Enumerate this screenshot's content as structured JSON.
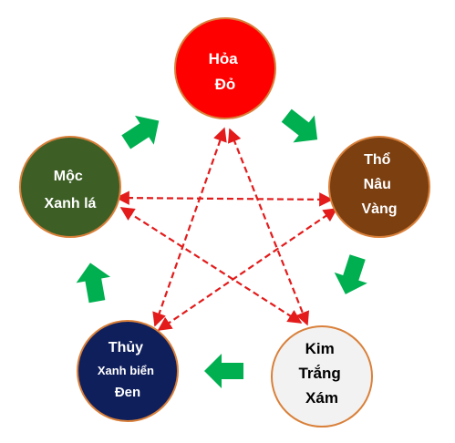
{
  "nodes": [
    {
      "id": "fire",
      "lines": [
        "Hỏa",
        "Đỏ"
      ],
      "fill": "#ff0000",
      "text_color": "#ffffff"
    },
    {
      "id": "earth",
      "lines": [
        "Thổ",
        "Nâu",
        "Vàng"
      ],
      "fill": "#7b3f10",
      "text_color": "#ffffff"
    },
    {
      "id": "metal",
      "lines": [
        "Kim",
        "Trắng",
        "Xám"
      ],
      "fill": "#f2f2f2",
      "text_color": "#000000"
    },
    {
      "id": "water",
      "lines": [
        "Thủy",
        "Xanh biển",
        "Đen"
      ],
      "fill": "#0f1f5c",
      "text_color": "#ffffff"
    },
    {
      "id": "wood",
      "lines": [
        "Mộc",
        "Xanh lá"
      ],
      "fill": "#3d5f26",
      "text_color": "#ffffff"
    }
  ],
  "colors": {
    "node_border": "#d9803a",
    "generating_arrow": "#00b050",
    "controlling_line": "#e31b1b"
  }
}
